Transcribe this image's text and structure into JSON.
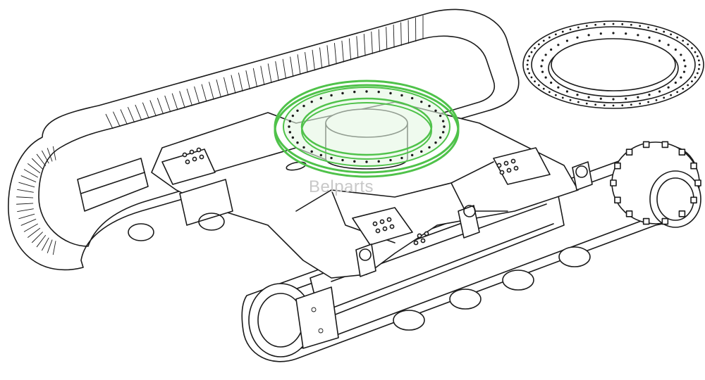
{
  "watermark": "Belparts",
  "colors": {
    "line": "#1a1a1a",
    "highlight_ring": "#4fc24a",
    "highlight_fill": "#e4f6e2",
    "watermark": "#c8c8c8",
    "background": "#ffffff"
  },
  "parts": {
    "highlighted": "slewing-ring",
    "detail_view": "slewing-ring-detail",
    "assembly": "crawler-undercarriage"
  }
}
